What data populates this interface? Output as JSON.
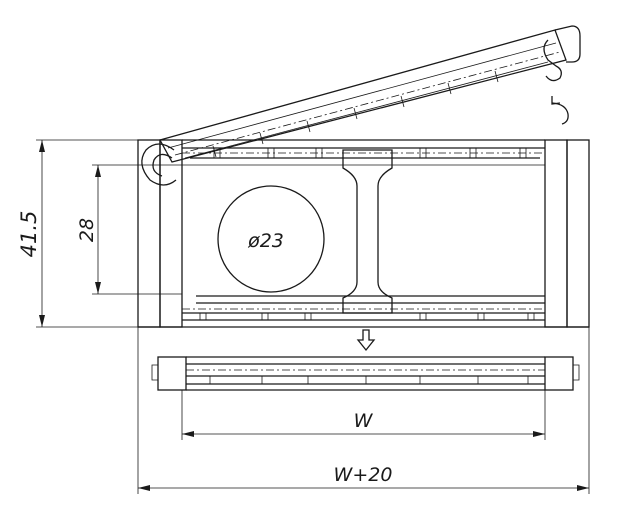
{
  "drawing": {
    "dimensions": {
      "height_outer": "41.5",
      "height_inner": "28",
      "diameter": "ø23",
      "width": "W",
      "width_total": "W+20"
    },
    "symbols": {
      "rotate_arrow": "rotate-ccw-icon",
      "down_arrow": "arrow-down-icon"
    }
  }
}
